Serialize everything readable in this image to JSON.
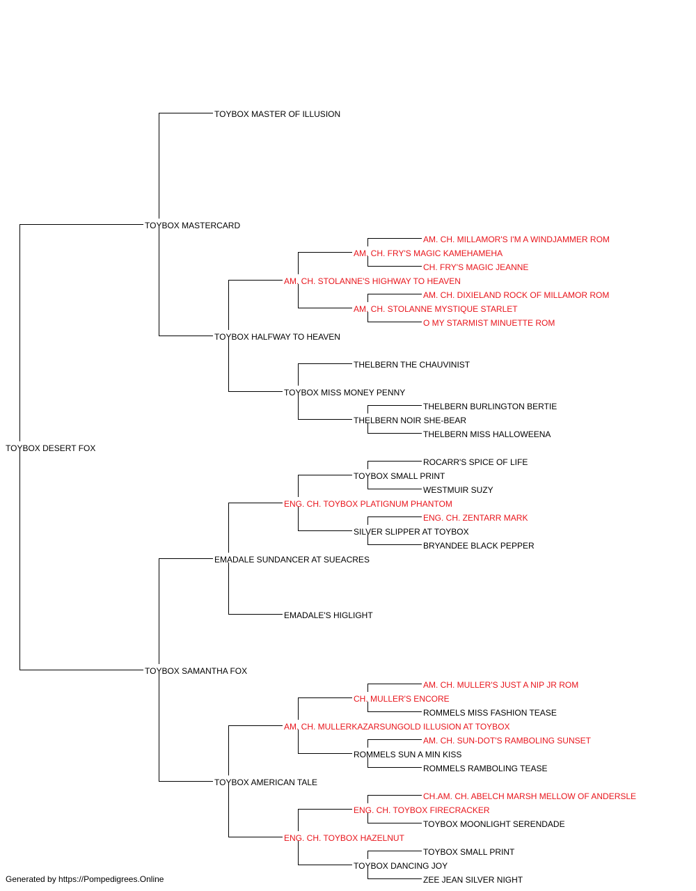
{
  "colors": {
    "champion": "#e8141b",
    "normal": "#000000",
    "lines": "#000000"
  },
  "pedigree": {
    "subject": {
      "id": "subject",
      "label": "TOYBOX DESERT FOX",
      "champion": false
    },
    "dogs": [
      {
        "id": "sire",
        "label": "TOYBOX MASTERCARD",
        "champion": false
      },
      {
        "id": "dam",
        "label": "TOYBOX SAMANTHA FOX",
        "champion": false
      },
      {
        "id": "ss",
        "label": "TOYBOX MASTER OF ILLUSION",
        "champion": false
      },
      {
        "id": "sd",
        "label": "TOYBOX HALFWAY TO HEAVEN",
        "champion": false
      },
      {
        "id": "ds",
        "label": "EMADALE SUNDANCER AT SUEACRES",
        "champion": false
      },
      {
        "id": "dd",
        "label": "TOYBOX AMERICAN TALE",
        "champion": false
      },
      {
        "id": "sds",
        "label": "AM. CH. STOLANNE'S HIGHWAY TO HEAVEN",
        "champion": true
      },
      {
        "id": "sdd",
        "label": "TOYBOX MISS MONEY PENNY",
        "champion": false
      },
      {
        "id": "dss",
        "label": "ENG. CH. TOYBOX PLATIGNUM PHANTOM",
        "champion": true
      },
      {
        "id": "dsd",
        "label": "EMADALE'S HIGLIGHT",
        "champion": false
      },
      {
        "id": "dds",
        "label": "AM. CH. MULLERKAZARSUNGOLD ILLUSION AT TOYBOX",
        "champion": true
      },
      {
        "id": "ddd",
        "label": "ENG. CH. TOYBOX HAZELNUT",
        "champion": true
      },
      {
        "id": "sdss",
        "label": "AM. CH. FRY'S MAGIC KAMEHAMEHA",
        "champion": true
      },
      {
        "id": "sdsd",
        "label": "AM. CH. STOLANNE MYSTIQUE STARLET",
        "champion": true
      },
      {
        "id": "sdds",
        "label": "THELBERN THE CHAUVINIST",
        "champion": false
      },
      {
        "id": "sddd",
        "label": "THELBERN NOIR SHE-BEAR",
        "champion": false
      },
      {
        "id": "dsss",
        "label": "TOYBOX SMALL PRINT",
        "champion": false
      },
      {
        "id": "dssd",
        "label": "SILVER SLIPPER AT TOYBOX",
        "champion": false
      },
      {
        "id": "ddss",
        "label": "CH. MULLER'S ENCORE",
        "champion": true
      },
      {
        "id": "ddsd",
        "label": "ROMMELS SUN A MIN KISS",
        "champion": false
      },
      {
        "id": "ddds",
        "label": "ENG. CH. TOYBOX FIRECRACKER",
        "champion": true
      },
      {
        "id": "dddd",
        "label": "TOYBOX DANCING JOY",
        "champion": false
      },
      {
        "id": "sdsss",
        "label": "AM. CH. MILLAMOR'S I'M A WINDJAMMER ROM",
        "champion": true
      },
      {
        "id": "sdssd",
        "label": "CH. FRY'S MAGIC JEANNE",
        "champion": true
      },
      {
        "id": "sdsds",
        "label": "AM. CH. DIXIELAND ROCK OF MILLAMOR ROM",
        "champion": true
      },
      {
        "id": "sdsdd",
        "label": "O MY STARMIST MINUETTE ROM",
        "champion": true
      },
      {
        "id": "sddds",
        "label": "THELBERN BURLINGTON BERTIE",
        "champion": false
      },
      {
        "id": "sdddd",
        "label": "THELBERN MISS HALLOWEENA",
        "champion": false
      },
      {
        "id": "dssss",
        "label": "ROCARR'S SPICE OF LIFE",
        "champion": false
      },
      {
        "id": "dsssd",
        "label": "WESTMUIR SUZY",
        "champion": false
      },
      {
        "id": "dssds",
        "label": "ENG. CH. ZENTARR MARK",
        "champion": true
      },
      {
        "id": "dssdd",
        "label": "BRYANDEE BLACK PEPPER",
        "champion": false
      },
      {
        "id": "ddsss",
        "label": "AM. CH. MULLER'S JUST A NIP JR ROM",
        "champion": true
      },
      {
        "id": "ddssd",
        "label": "ROMMELS MISS FASHION TEASE",
        "champion": false
      },
      {
        "id": "ddsds",
        "label": "AM. CH. SUN-DOT'S RAMBOLING SUNSET",
        "champion": true
      },
      {
        "id": "ddsdd",
        "label": "ROMMELS RAMBOLING TEASE",
        "champion": false
      },
      {
        "id": "dddss",
        "label": "CH.AM. CH. ABELCH MARSH MELLOW OF ANDERSLE",
        "champion": true
      },
      {
        "id": "dddsd",
        "label": "TOYBOX MOONLIGHT SERENDADE",
        "champion": false
      },
      {
        "id": "dddds",
        "label": "TOYBOX SMALL PRINT",
        "champion": false
      },
      {
        "id": "ddddd",
        "label": "ZEE JEAN SILVER NIGHT",
        "champion": false
      }
    ]
  },
  "footer": {
    "text": "Generated by https://Pompedigrees.Online"
  }
}
